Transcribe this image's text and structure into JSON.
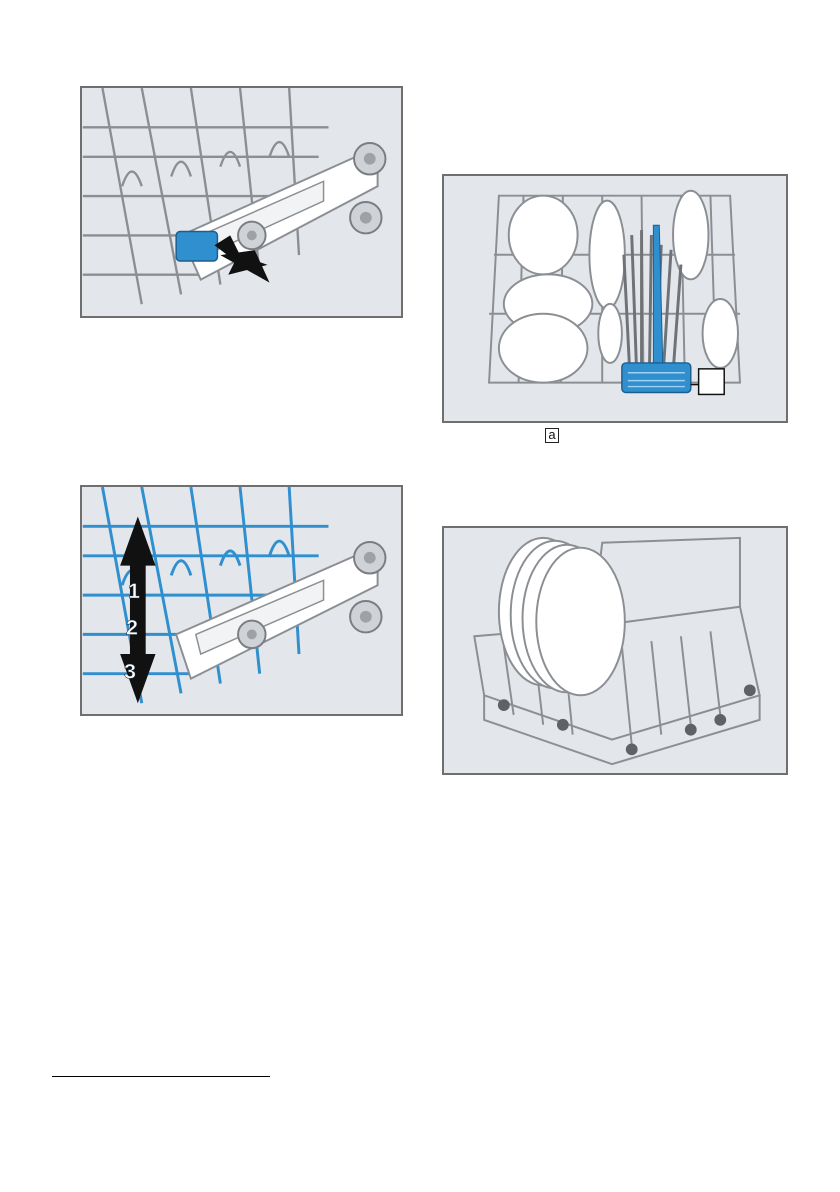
{
  "figures": {
    "rail_release": {
      "step_arrow": "press"
    },
    "rail_height": {
      "positions": [
        "1",
        "2",
        "3"
      ]
    },
    "upper_basket": {
      "callout_label": ""
    },
    "lower_basket": {}
  },
  "reference_label": "a",
  "colors": {
    "figure_bg": "#e3e6ea",
    "frame": "#6f6f6f",
    "wire": "#8b8f94",
    "highlight_blue": "#2f8fcf",
    "arrow_black": "#111111"
  }
}
